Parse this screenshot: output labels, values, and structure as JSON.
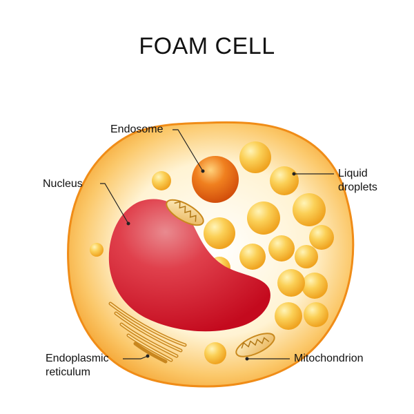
{
  "title": "FOAM CELL",
  "labels": {
    "endosome": "Endosome",
    "nucleus": "Nucleus",
    "liquid_droplets_line1": "Liquid",
    "liquid_droplets_line2": "droplets",
    "er_line1": "Endoplasmic",
    "er_line2": "reticulum",
    "mitochondrion": "Mitochondrion"
  },
  "colors": {
    "cell_edge": "#f3a02a",
    "cell_inner": "#fff6dc",
    "nucleus": "#d8142a",
    "droplet": "#f7b92c",
    "endosome": "#e2600f",
    "organelle": "#d79b2b"
  }
}
